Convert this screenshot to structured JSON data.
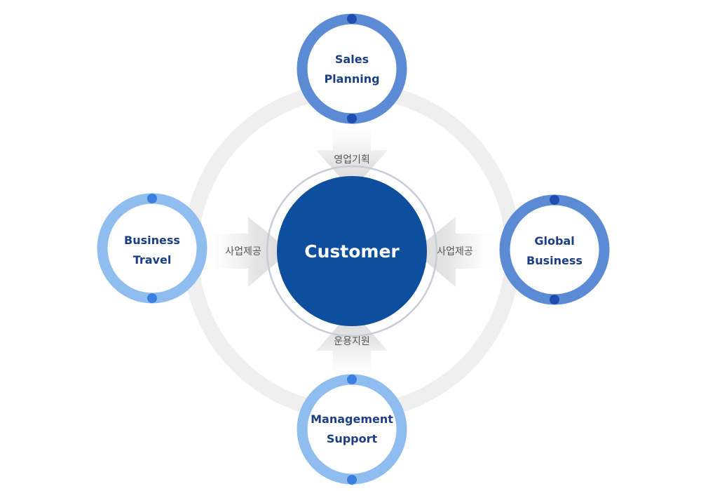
{
  "center": {
    "label": "Customer",
    "color": "#0d4e9e"
  },
  "nodes": {
    "top": {
      "lines": [
        "Sales",
        "Planning"
      ],
      "ring_color": "#5b8bd4",
      "dot_color": "#1e4fb0"
    },
    "left": {
      "lines": [
        "Business",
        "Travel"
      ],
      "ring_color": "#8fbdf0",
      "dot_color": "#3b7fe0"
    },
    "right": {
      "lines": [
        "Global",
        "Business"
      ],
      "ring_color": "#5b8bd4",
      "dot_color": "#1e4fb0"
    },
    "bottom": {
      "lines": [
        "Management",
        "Support"
      ],
      "ring_color": "#8fbdf0",
      "dot_color": "#3b7fe0"
    }
  },
  "arrows": {
    "top": "영업기획",
    "left": "사업제공",
    "right": "사업제공",
    "bottom": "운용지원"
  },
  "colors": {
    "orbit": "#efefef",
    "arrow_fill": "#e6e6e6",
    "center_outline": "#c8ccd6",
    "node_text": "#1a3f86",
    "arrow_text": "#555555"
  }
}
